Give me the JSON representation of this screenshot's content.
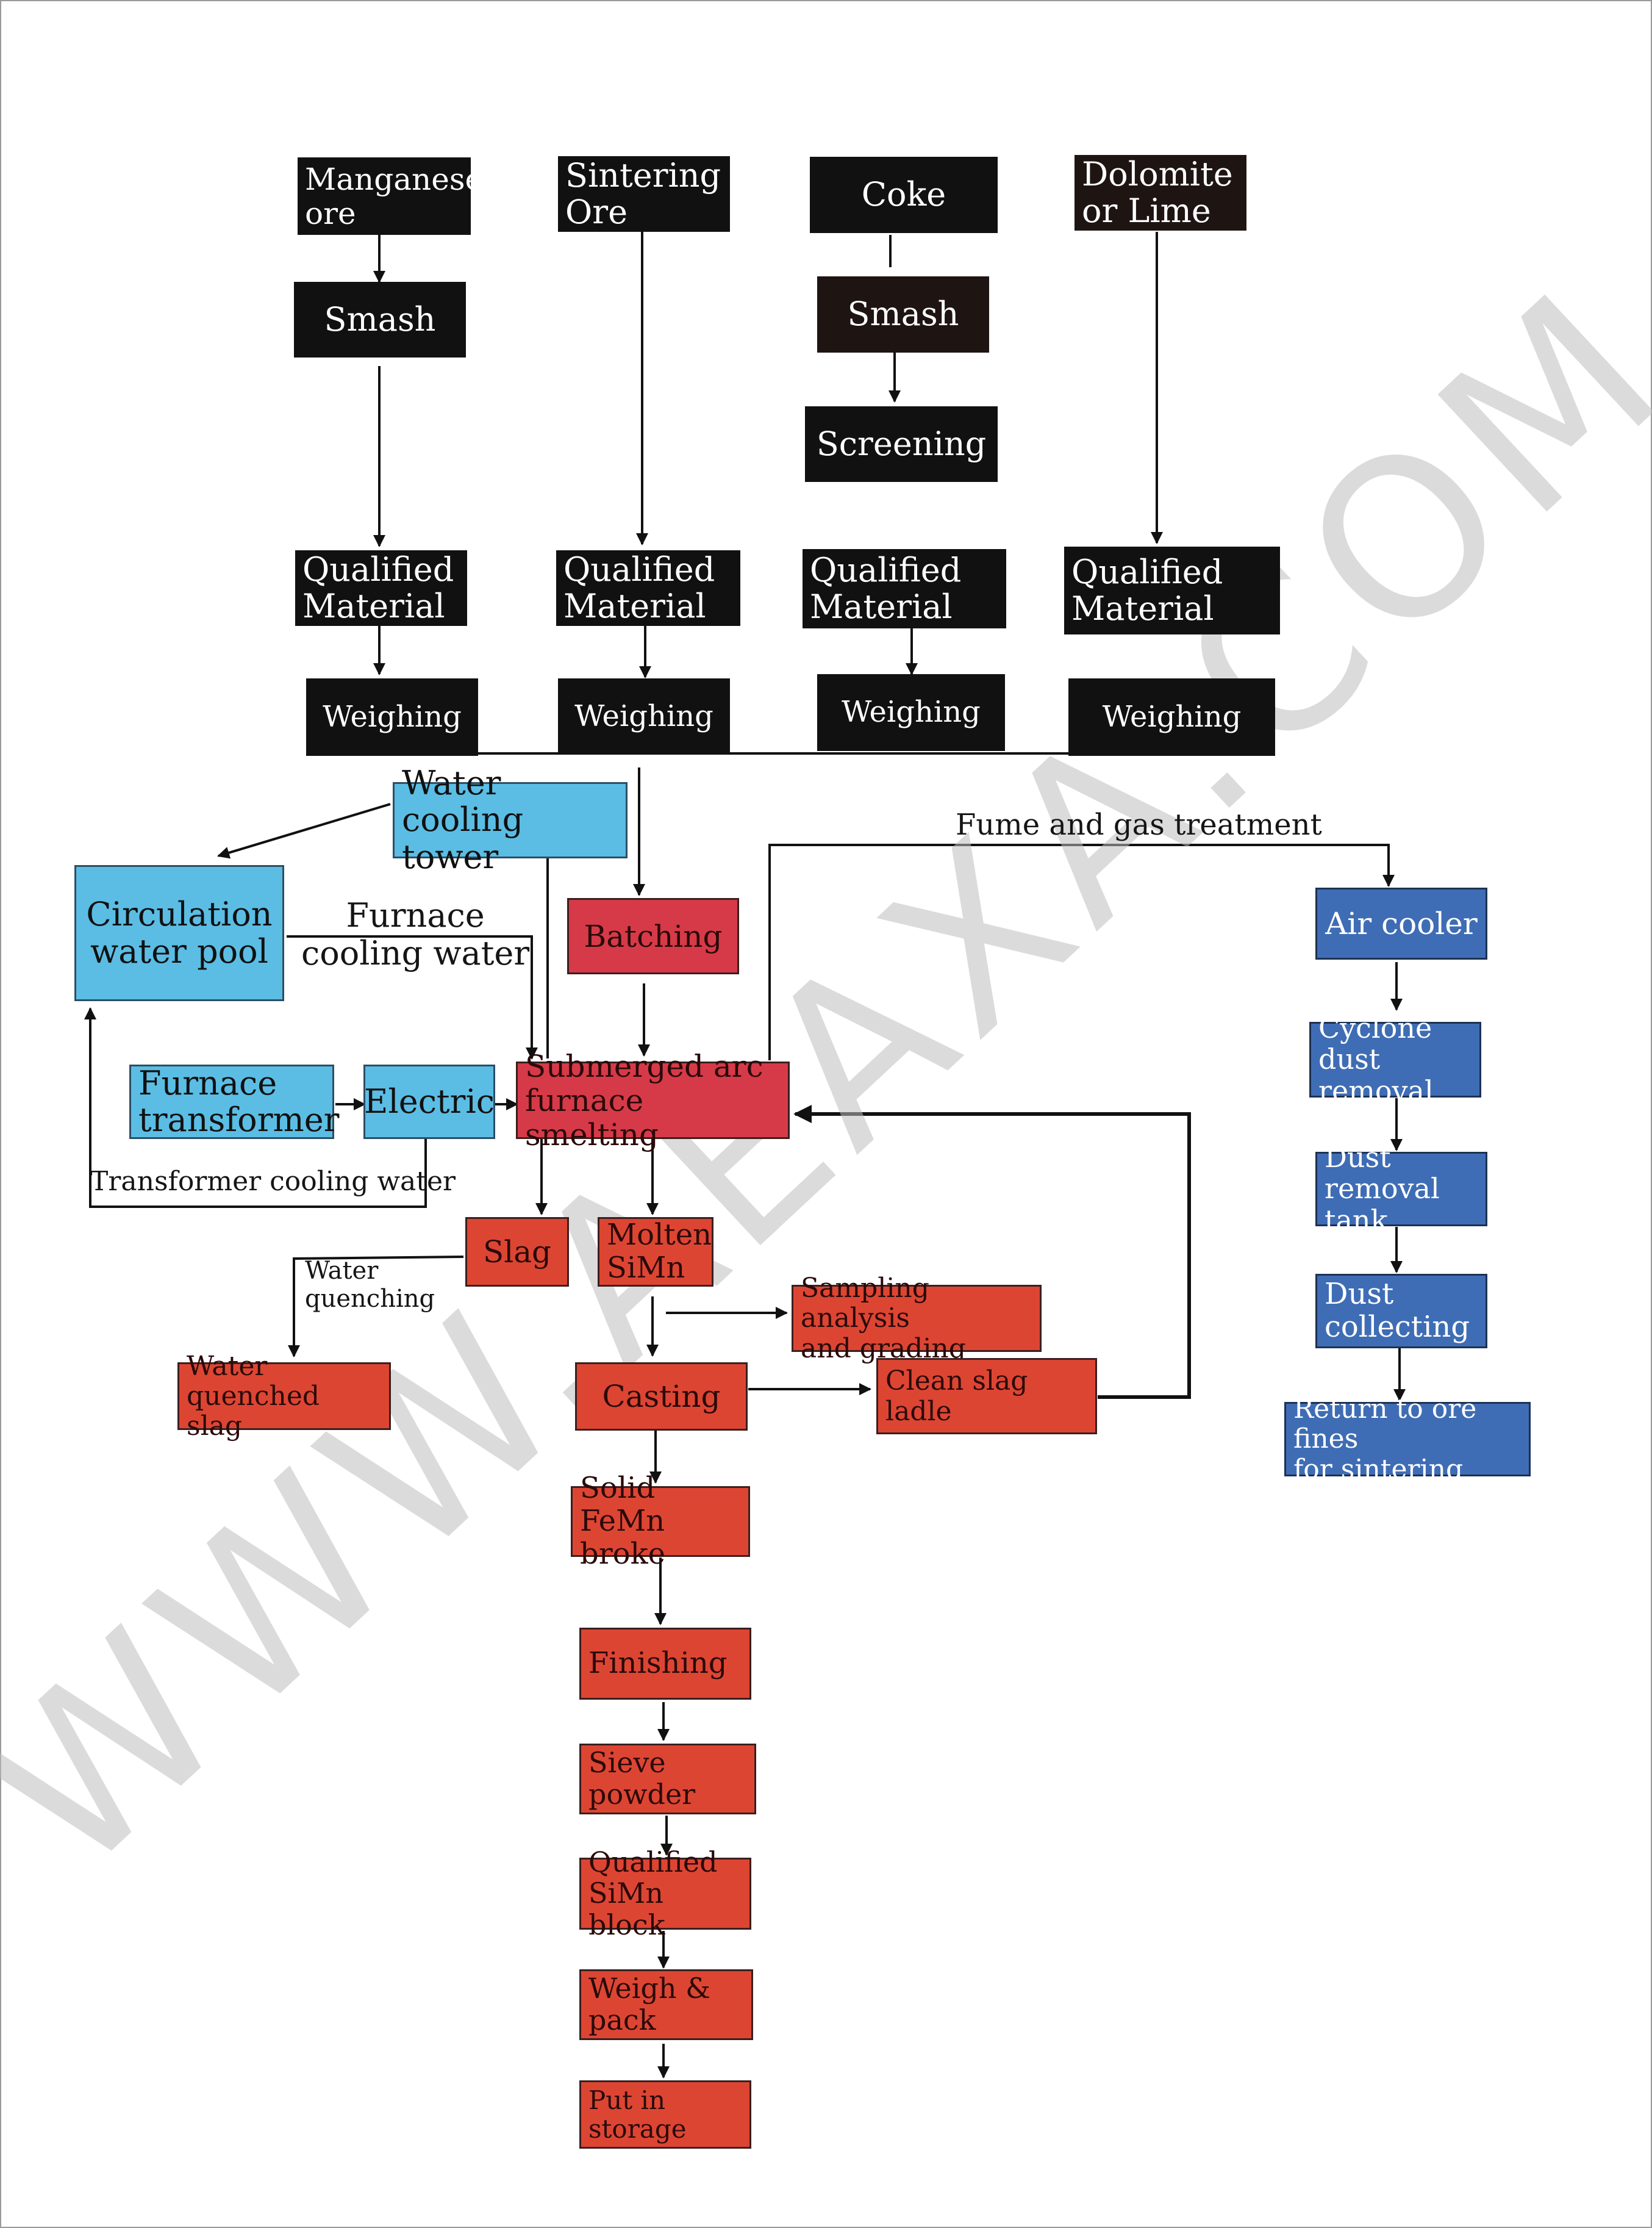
{
  "nodes": {
    "manganese_ore": "Manganese\nore",
    "sintering_ore": "Sintering\nOre",
    "coke": "Coke",
    "dolomite_lime": "Dolomite\nor Lime",
    "smash_1": "Smash",
    "smash_2": "Smash",
    "screening": "Screening",
    "qualified_1": "Qualified\nMaterial",
    "qualified_2": "Qualified\nMaterial",
    "qualified_3": "Qualified\nMaterial",
    "qualified_4": "Qualified\nMaterial",
    "weighing_1": "Weighing",
    "weighing_2": "Weighing",
    "weighing_3": "Weighing",
    "weighing_4": "Weighing",
    "water_cooling_tower": "Water cooling\ntower",
    "circulation_water_pool": "Circulation\nwater pool",
    "batching": "Batching",
    "furnace_transformer": "Furnace\ntransformer",
    "electric": "Electric",
    "submerged_arc": "Submerged arc\nfurnace smelting",
    "slag": "Slag",
    "molten_simn": "Molten\nSiMn",
    "sampling_analysis": "Sampling analysis\nand grading",
    "water_quenched_slag": "Water quenched\nslag",
    "casting": "Casting",
    "clean_slag_ladle": "Clean slag ladle",
    "solid_femn": "Solid FeMn\nbroke",
    "finishing": "Finishing",
    "sieve_powder": "Sieve powder",
    "qualified_simn": "Qualified\nSiMn  block",
    "weigh_pack": "Weigh & pack",
    "put_in_storage": "Put in storage",
    "air_cooler": "Air cooler",
    "cyclone": "Cyclone dust\nremoval",
    "dust_tank": "Dust removal\ntank",
    "dust_collecting": "Dust\ncollecting",
    "return_ore": "Return to ore fines\nfor  sintering"
  },
  "labels": {
    "fume_gas": "Fume and gas treatment",
    "furnace_cooling": "Furnace\ncooling water",
    "transformer_cooling": "Transformer cooling water",
    "water_quenching": "Water\nquenching"
  },
  "watermark": "WWW.AEAXA.COM",
  "colors": {
    "raw_material": "#111111",
    "cooling_system": "#5bbde4",
    "smelting": "#d63a48",
    "product_line": "#dd4533",
    "dust_treatment": "#3f6db5"
  }
}
